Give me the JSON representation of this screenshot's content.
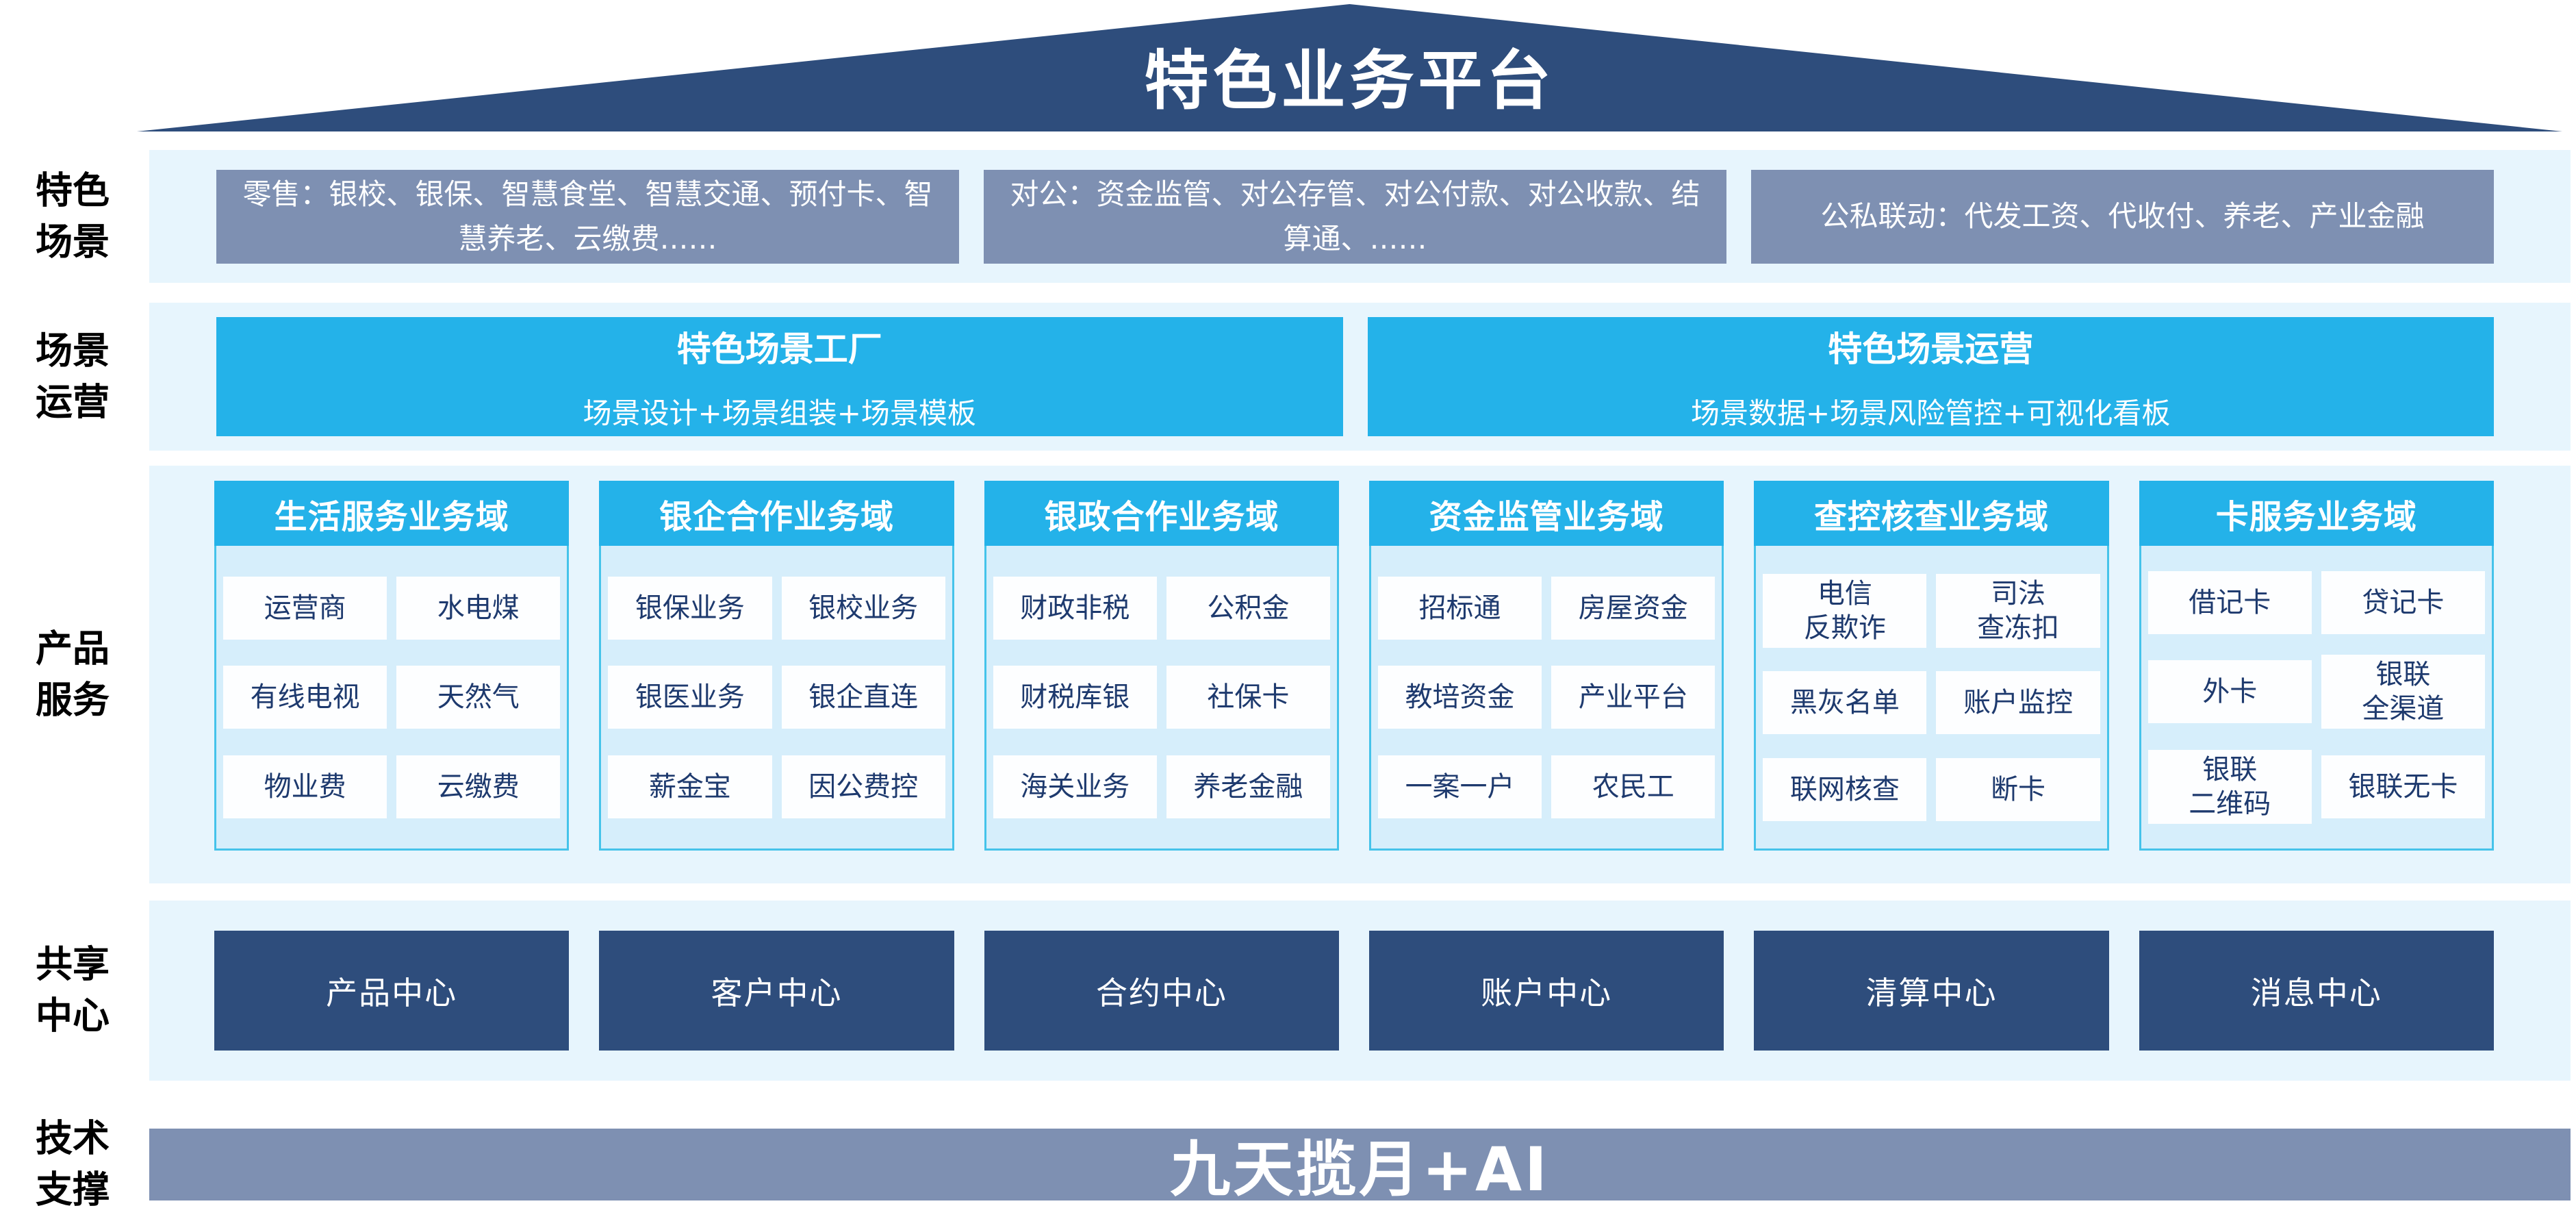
{
  "title": "特色业务平台",
  "row_labels": {
    "scenarios": "特色\n场景",
    "operations": "场景\n运营",
    "products": "产品\n服务",
    "shared": "共享\n中心",
    "tech": "技术\n支撑"
  },
  "scenario_boxes": [
    "零售：银校、银保、智慧食堂、智慧交通、预付卡、智慧养老、云缴费……",
    "对公：资金监管、对公存管、对公付款、对公收款、结算通、……",
    "公私联动：代发工资、代收付、养老、产业金融"
  ],
  "operation_boxes": [
    {
      "title": "特色场景工厂",
      "subtitle": "场景设计+场景组装+场景模板"
    },
    {
      "title": "特色场景运营",
      "subtitle": "场景数据+场景风险管控+可视化看板"
    }
  ],
  "product_columns": [
    {
      "header": "生活服务业务域",
      "cells": [
        [
          "运营商",
          "水电煤"
        ],
        [
          "有线电视",
          "天然气"
        ],
        [
          "物业费",
          "云缴费"
        ]
      ]
    },
    {
      "header": "银企合作业务域",
      "cells": [
        [
          "银保业务",
          "银校业务"
        ],
        [
          "银医业务",
          "银企直连"
        ],
        [
          "薪金宝",
          "因公费控"
        ]
      ]
    },
    {
      "header": "银政合作业务域",
      "cells": [
        [
          "财政非税",
          "公积金"
        ],
        [
          "财税库银",
          "社保卡"
        ],
        [
          "海关业务",
          "养老金融"
        ]
      ]
    },
    {
      "header": "资金监管业务域",
      "cells": [
        [
          "招标通",
          "房屋资金"
        ],
        [
          "教培资金",
          "产业平台"
        ],
        [
          "一案一户",
          "农民工"
        ]
      ]
    },
    {
      "header": "查控核查业务域",
      "cells": [
        [
          "电信\n反欺诈",
          "司法\n查冻扣"
        ],
        [
          "黑灰名单",
          "账户监控"
        ],
        [
          "联网核查",
          "断卡"
        ]
      ]
    },
    {
      "header": "卡服务业务域",
      "cells": [
        [
          "借记卡",
          "贷记卡"
        ],
        [
          "外卡",
          "银联\n全渠道"
        ],
        [
          "银联\n二维码",
          "银联无卡"
        ]
      ]
    }
  ],
  "shared_centers": [
    "产品中心",
    "客户中心",
    "合约中心",
    "账户中心",
    "清算中心",
    "消息中心"
  ],
  "tech_support": "九天揽月+AI",
  "colors": {
    "navy": "#2e4d7c",
    "slate_blue": "#7e90b2",
    "cyan": "#24b2e9",
    "band_bg": "#e7f5fd",
    "column_bg": "#d6eefb",
    "column_border": "#45c3ea",
    "cell_text": "#1e3a6e",
    "cell_bg": "#fdfeff"
  }
}
